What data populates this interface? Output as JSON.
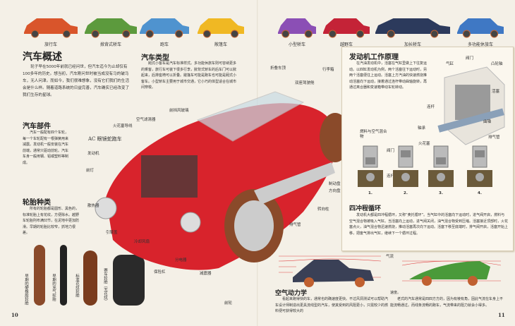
{
  "top_cars": [
    {
      "label": "旅行车",
      "color": "#d9552b"
    },
    {
      "label": "掀背式轿车",
      "color": "#5c9a3d"
    },
    {
      "label": "跑车",
      "color": "#4f93cf"
    },
    {
      "label": "敞篷车",
      "color": "#f0b823"
    },
    {
      "label": "小型轿车",
      "color": "#8b4fb5"
    },
    {
      "label": "越野车",
      "color": "#c42337"
    },
    {
      "label": "加长轿车",
      "color": "#2c3a5c"
    },
    {
      "label": "多功能休旅车",
      "color": "#3f78c4"
    }
  ],
  "overview": {
    "title": "汽车概述",
    "body": "轮子早在5000年前就已经问世，但汽车迄今为止却仅有100多年的历史。想当初，汽车刚问世时被当成没有马的破马车，无人问津。而如今，我们很难想象，没有它们我们的生活会是什么样。随着道路系统的日益完善，汽车确实已经改变了我们生存的星球。"
  },
  "types": {
    "title": "汽车类型",
    "body": "厢式小客车是汽车标准样式。多功能休旅车则可容纳更多的乘客，旅行车可装下很多行李，掀背式轿车的后车门可以掀起来，后排座椅可以折叠。敞篷车可能是跑车也可能是厢式小客车。小型轿车主要用于城市交通，它小巧的体型适合在城市间穿梭。"
  },
  "parts": {
    "title": "汽车部件",
    "body": "汽车一般配有四个车轮，每一个车轮配有一根弹簧用来减震。发动机一般安装在汽车前端，通常只驱动前轮。汽车车身一般用钢、铝或塑料等制成。"
  },
  "tires": {
    "title": "轮胎种类",
    "body": "所有的轮胎都是圆形、黑色的，标准轮胎上有花纹，方便除水。越野车轮胎則布满凹节，在泥地中更加防滑。早期的轮胎比较窄，抓地力很差。",
    "items": [
      "早期的硬橡胶轮胎",
      "早期的充气轮胎",
      "标准花纹轮胎",
      "赛车轮胎（无花纹）"
    ]
  },
  "car_diagram": {
    "title": "AC 眼镜蛇跑车",
    "labels": {
      "windshield": "前挡风玻璃",
      "air_filter": "空气滤清器",
      "spark_wire": "火花塞导线",
      "engine": "发动机",
      "headlight": "前灯",
      "radiator": "散热器",
      "hood": "引擎盖",
      "fan": "冷却风扇",
      "bumper": "保险杠",
      "distributor": "分电器",
      "shock": "减震器",
      "front_wheel": "前轮",
      "roof": "折叠车顶",
      "cockpit": "双座驾驶舱",
      "trunk": "行李箱",
      "brake": "制动盘",
      "steering_wheel": "方向盘",
      "steering_column": "转向柱",
      "exhaust": "排气管"
    }
  },
  "engine": {
    "title": "发动机工作原理",
    "body": "在汽油发动机中，活塞在气缸里做上下往复运动。以四缸发动机为例，两个活塞往下运动时，另两个活塞便往上运动。活塞上方汽油的快速燃烧推动活塞向下运动，接着通过连杆带动曲轴旋转，再通过离合器和变速箱带动车轮转动。",
    "labels": {
      "cylinder": "气缸",
      "valve": "阀门",
      "camshaft": "凸轮轴",
      "piston": "活塞",
      "rod": "连杆",
      "crankshaft": "曲轴",
      "bearing": "轴承",
      "mixture": "燃料与空气混合物",
      "valve2": "阀门",
      "spark": "火花塞",
      "rod2": "连杆",
      "exhaust": "排气管"
    },
    "steps": [
      "1.",
      "2.",
      "3.",
      "4."
    ]
  },
  "cycle": {
    "title": "四冲程循环",
    "body": "发动机大都是四冲程循环，又称“奥托循环”。当气缸中的活塞向下运动时，进气阀开启，燃料与空气混合物被吸入气缸。当活塞向上运动，进气阀关闭，油气混合物受到压缩。活塞接近顶部时，火花塞点火，油气混合物迅速燃烧，推动活塞再次向下运动。活塞下移至底端时，排气阀开启，活塞开始上移，把废气排出气缸，继续下一个循环过程。"
  },
  "aero": {
    "title": "空气动力学",
    "airflow": "气流",
    "body1": "看起来跑得快的车，通常也的确速度更快。不过风洞测试可以帮助汽车设计师制造出更具流线型的汽车，使其受到的风阻更小，只需较少的燃料便可获得较大的",
    "body2a": "速度。",
    "body2": "老式的汽车通常是四四方方的，因为有棱有角，因此气流在车身上不能流畅通过。而线条流畅的跑车，气流带来的阻力就会小得多。"
  },
  "page_numbers": [
    "10",
    "11"
  ]
}
